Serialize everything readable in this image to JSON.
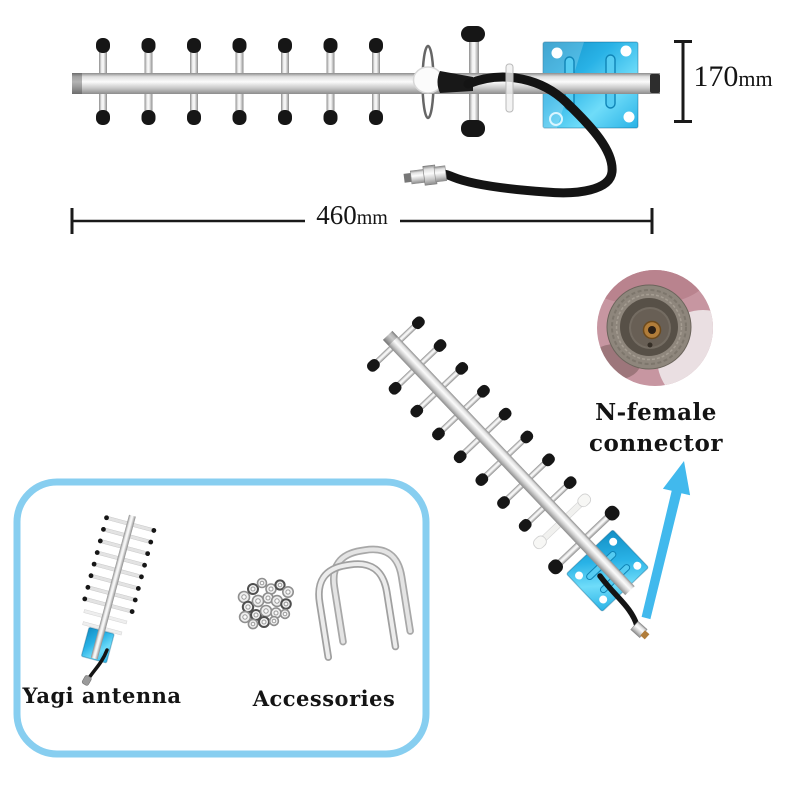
{
  "annotations": {
    "boom_length": {
      "value": "460",
      "unit": "mm"
    },
    "bracket_height": {
      "value": "170",
      "unit": "mm"
    }
  },
  "callout": {
    "line1": "N-female",
    "line2": "connector"
  },
  "panel": {
    "yagi_label": "Yagi antenna",
    "accessories_label": "Accessories"
  },
  "colors": {
    "background": "#ffffff",
    "text": "#141414",
    "dimension_line": "#1a1a1a",
    "plate_blue": "#29b2e6",
    "plate_blue_light": "#6fdcf9",
    "plate_blue_dark": "#128ec4",
    "panel_border": "#87cef0",
    "arrow_blue": "#41b9ed",
    "metal_light": "#f2f2f2",
    "metal_mid": "#c8c8c8",
    "metal_dark": "#8c8c8c",
    "cap_black": "#161616",
    "cable_black": "#141414",
    "finger_pink": "#c796a1",
    "brass": "#b17d3a",
    "white_ball": "#fbfbfb"
  }
}
